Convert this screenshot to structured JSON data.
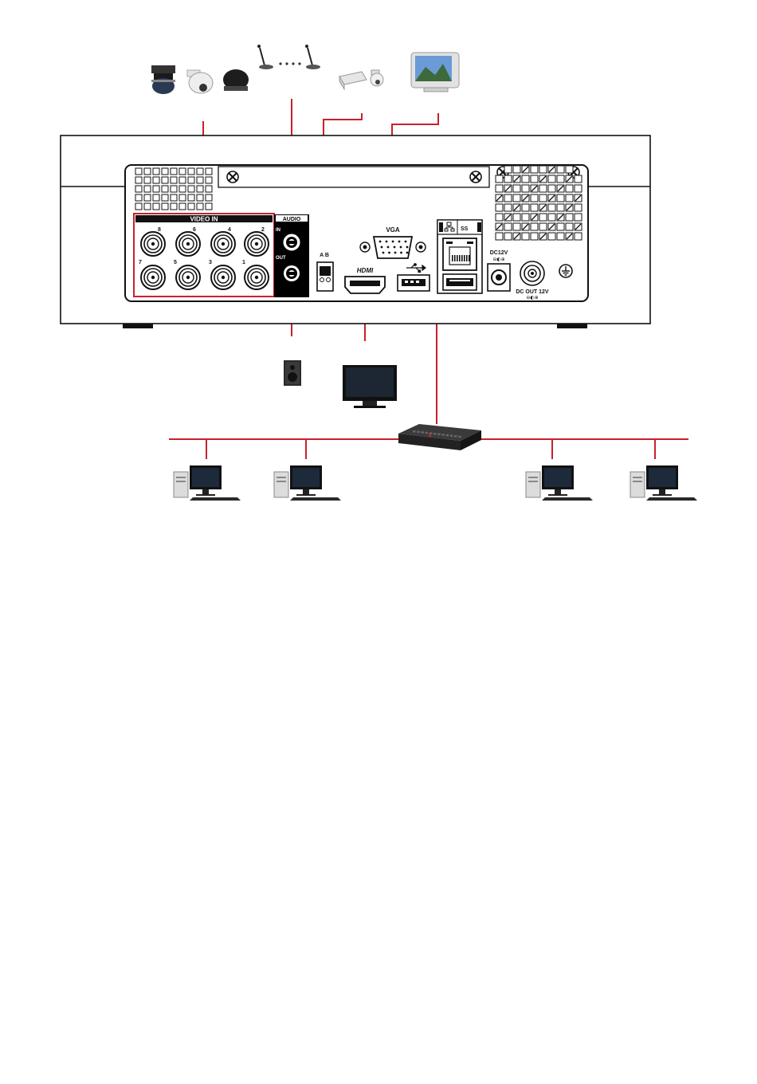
{
  "panel": {
    "video_in_label": "VIDEO IN",
    "audio_label": "AUDIO",
    "audio_in_label": "IN",
    "audio_out_label": "OUT",
    "rs485_label": "A B",
    "vga_label": "VGA",
    "hdmi_label": "HDMI",
    "usb_ss_label": "SS",
    "dc12v_label": "DC12V",
    "dc_out_label": "DC OUT 12V",
    "ch_top": [
      "8",
      "6",
      "4",
      "2"
    ],
    "ch_bottom": [
      "7",
      "5",
      "3",
      "1"
    ]
  },
  "colors": {
    "link": "#c8202c",
    "chassis": "#111111",
    "panel_bg": "#ffffff",
    "audio_block": "#000000"
  },
  "icons": {
    "cameras": "cctv-camera-icons",
    "microphones": "microphone-icons",
    "ptz": "ptz-camera-icon",
    "monitor": "crt-monitor-icon",
    "speaker": "speaker-icon",
    "tv": "flat-tv-icon",
    "switch": "network-switch-icon",
    "pc": "desktop-pc-icon"
  }
}
